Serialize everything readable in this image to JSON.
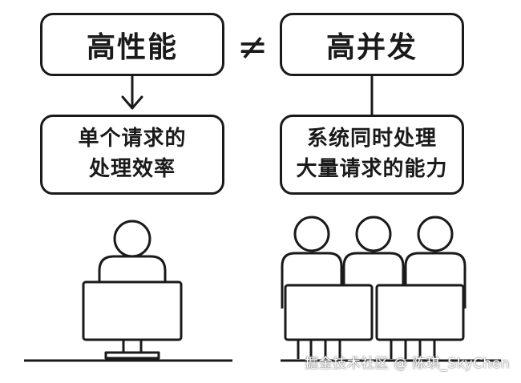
{
  "left": {
    "title": "高性能",
    "description_line1": "单个请求的",
    "description_line2": "处理效率"
  },
  "relation_symbol": "≠",
  "right": {
    "title": "高并发",
    "description_line1": "系统同时处理",
    "description_line2": "大量请求的能力"
  },
  "watermark": "掘金技术社区 @ 陈琪_SkyChen",
  "colors": {
    "stroke": "#1a1a1a",
    "background": "#ffffff"
  }
}
